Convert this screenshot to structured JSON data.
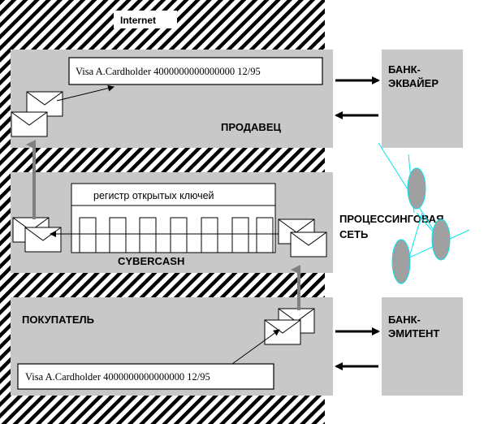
{
  "internet_label": "Internet",
  "merchant": {
    "label": "ПРОДАВЕЦ",
    "card_record": "Visa A.Cardholder 4000000000000000 12/95"
  },
  "cybercash": {
    "label": "CYBERCASH",
    "registry_label": "регистр открытых ключей"
  },
  "buyer": {
    "label": "ПОКУПАТЕЛЬ",
    "card_record": "Visa A.Cardholder 4000000000000000 12/95"
  },
  "acquirer_bank": {
    "label_line1": "БАНК-",
    "label_line2": "ЭКВАЙЕР"
  },
  "issuer_bank": {
    "label_line1": "БАНК-",
    "label_line2": "ЭМИТЕНТ"
  },
  "processing_network": {
    "label_line1": "ПРОЦЕССИНГОВАЯ",
    "label_line2": "СЕТЬ"
  },
  "colors": {
    "panel_gray": "#c8c8c8",
    "hatch": "#000000",
    "network_line": "#00e5ee",
    "network_node": "#a0a0a0",
    "flow_arrow_gray": "#808080"
  }
}
